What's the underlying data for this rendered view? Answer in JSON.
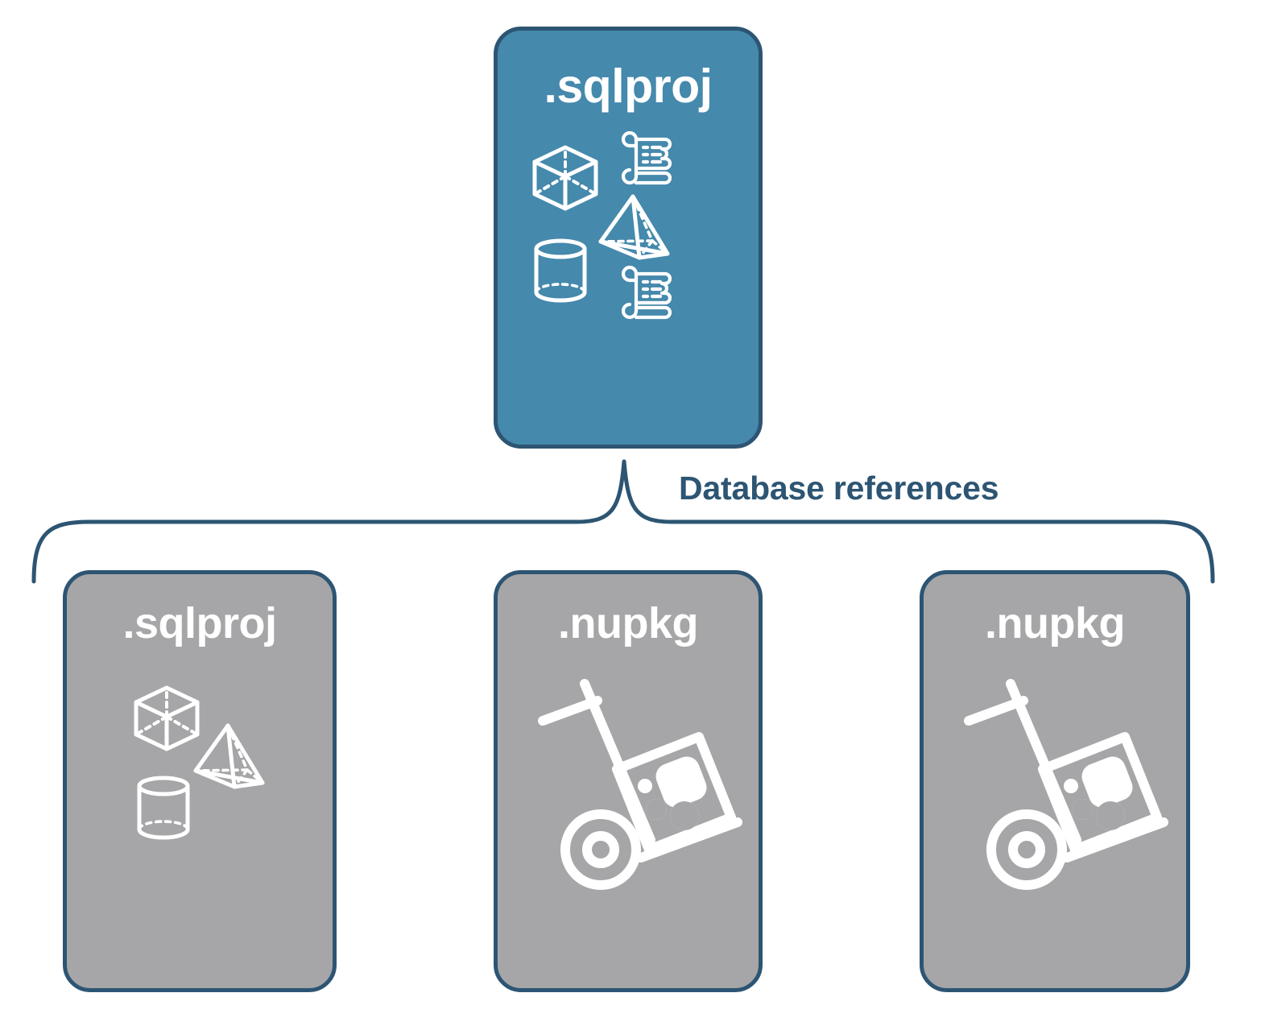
{
  "diagram": {
    "title_alt": "SQL project database references diagram",
    "connector_label": "Database references",
    "colors": {
      "primary_blue": "#4589ac",
      "gray": "#a6a6a8",
      "border_navy": "#2d5573",
      "label_navy": "#2d5573",
      "icon_white": "#ffffff",
      "background": "#ffffff"
    },
    "parent": {
      "label": ".sqlproj",
      "fill": "blue",
      "icons": [
        "cube-icon",
        "scroll-script-icon",
        "pyramid-icon",
        "cylinder-icon",
        "scroll-script-icon"
      ]
    },
    "children": [
      {
        "label": ".sqlproj",
        "fill": "gray",
        "icons": [
          "cube-icon",
          "pyramid-icon",
          "cylinder-icon"
        ]
      },
      {
        "label": ".nupkg",
        "fill": "gray",
        "icons": [
          "hand-truck-package-icon"
        ]
      },
      {
        "label": ".nupkg",
        "fill": "gray",
        "icons": [
          "hand-truck-package-icon"
        ]
      }
    ]
  }
}
